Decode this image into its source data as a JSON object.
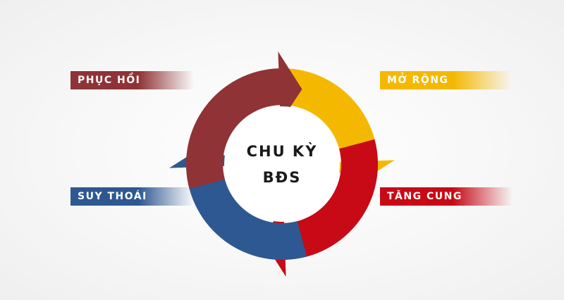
{
  "center": {
    "line1": "CHU KỲ",
    "line2": "BĐS"
  },
  "phases": [
    {
      "label": "PHỤC HỒI",
      "color": "#8f3336"
    },
    {
      "label": "MỞ RỘNG",
      "color": "#f5b800"
    },
    {
      "label": "TĂNG CUNG",
      "color": "#c70a16"
    },
    {
      "label": "SUY THOÁI",
      "color": "#2e5891"
    }
  ]
}
